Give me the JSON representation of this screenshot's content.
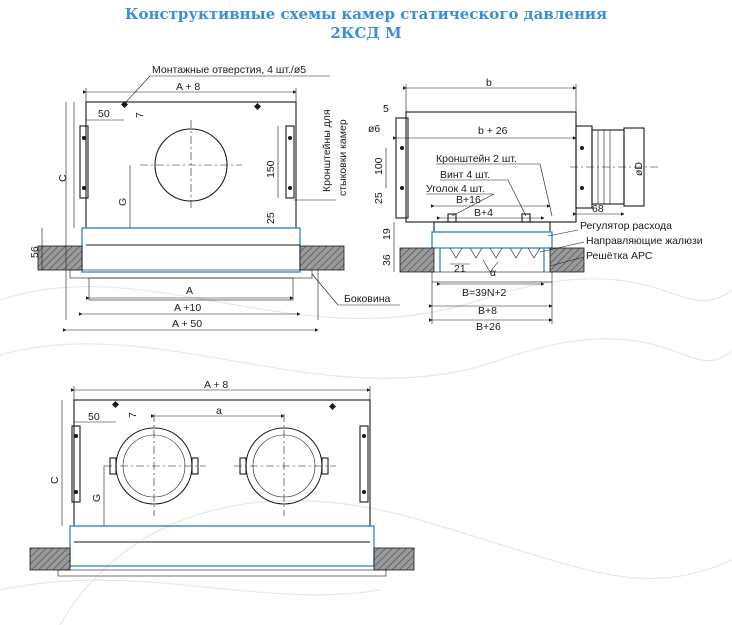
{
  "title": {
    "line1": "Конструктивные схемы камер статического давления",
    "line2": "2КСД М",
    "color": "#3b8fd9"
  },
  "front_view": {
    "mounting_holes": "Монтажные отверстия, 4 шт./ø5",
    "dim_width": "A + 8",
    "dim_50": "50",
    "dim_7": "7",
    "dim_c": "C",
    "dim_g": "G",
    "dim_150": "150",
    "dim_25": "25",
    "dim_56": "56",
    "dim_a": "A",
    "dim_a10": "A +10",
    "dim_a50": "A + 50",
    "brackets_label": "Кронштейны для стыковки камер",
    "side_panel": "Боковина"
  },
  "side_view": {
    "dim_b": "b",
    "dim_5": "5",
    "dim_d6": "ø6",
    "dim_b26": "b + 26",
    "dim_100": "100",
    "dim_25": "25",
    "dim_od": "øD",
    "dim_68": "68",
    "bracket2": "Кронштейн 2 шт.",
    "screw4": "Винт 4 шт.",
    "corner4": "Уголок 4 шт.",
    "dim_b16": "B+16",
    "dim_b4": "B+4",
    "flow_regulator": "Регулятор расхода",
    "guide_louvers": "Направляющие жалюзи",
    "grille": "Решётка АРС",
    "dim_19": "19",
    "dim_36": "36",
    "dim_21": "21",
    "alpha": "α",
    "dim_b39": "B=39N+2",
    "dim_b8": "B+8",
    "dim_b26big": "B+26"
  },
  "bottom_view": {
    "dim_width": "A + 8",
    "dim_50": "50",
    "dim_7": "7",
    "dim_a_small": "a",
    "dim_c": "C",
    "dim_g": "G"
  }
}
